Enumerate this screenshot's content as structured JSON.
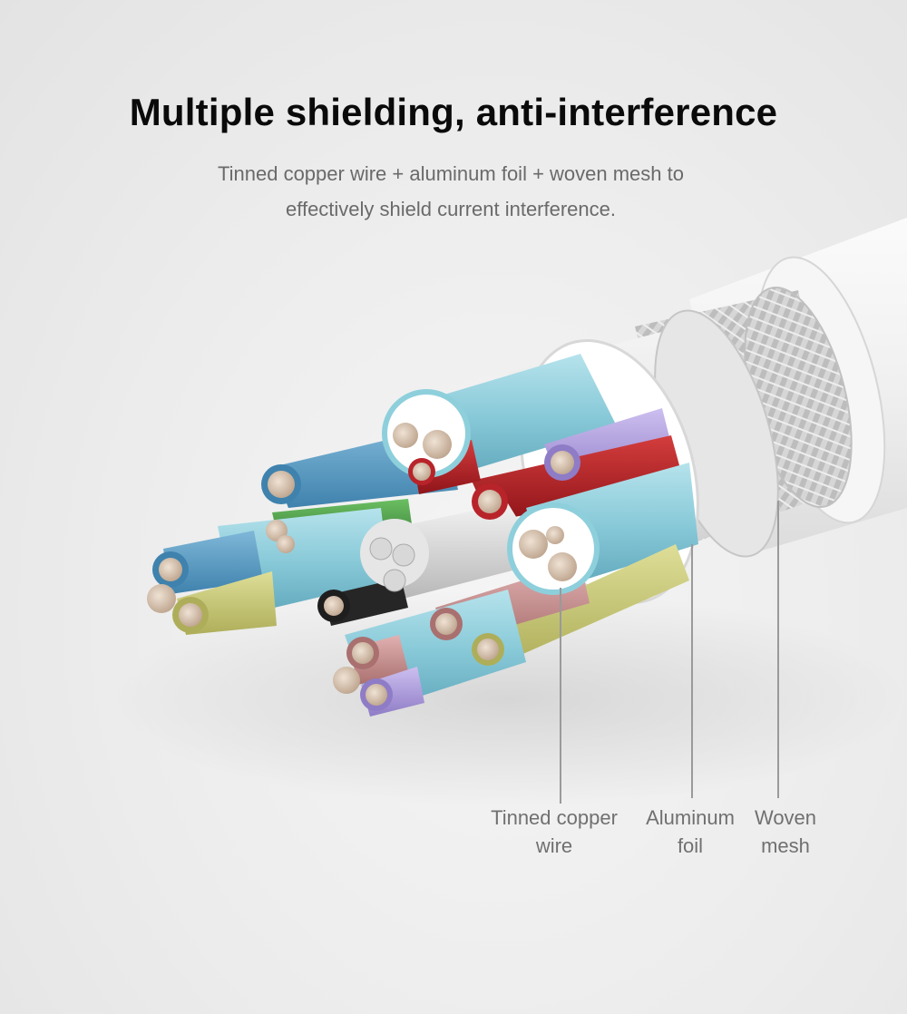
{
  "heading": {
    "title": "Multiple shielding, anti-interference",
    "subtitle_line1": "Tinned copper wire + aluminum foil + woven mesh to",
    "subtitle_line2": "effectively shield current interference."
  },
  "callouts": [
    {
      "line1": "Tinned copper",
      "line2": "wire"
    },
    {
      "line1": "Aluminum",
      "line2": "foil"
    },
    {
      "line1": "Woven",
      "line2": "mesh"
    }
  ],
  "colors": {
    "outer_jacket": "#f2f2f2",
    "foil_sleeve": "#e2e2e2",
    "braid": "#c9c9c9",
    "teal_wire": "#8ecfdc",
    "blue_wire": "#5a9ec4",
    "purple_wire": "#a896d6",
    "red_wire": "#b8242a",
    "green_wire": "#4f9a4c",
    "yellow_wire": "#c8c978",
    "pink_wire": "#c78f91",
    "black_wire": "#1e1e1e",
    "copper": "#d9c3b0"
  }
}
